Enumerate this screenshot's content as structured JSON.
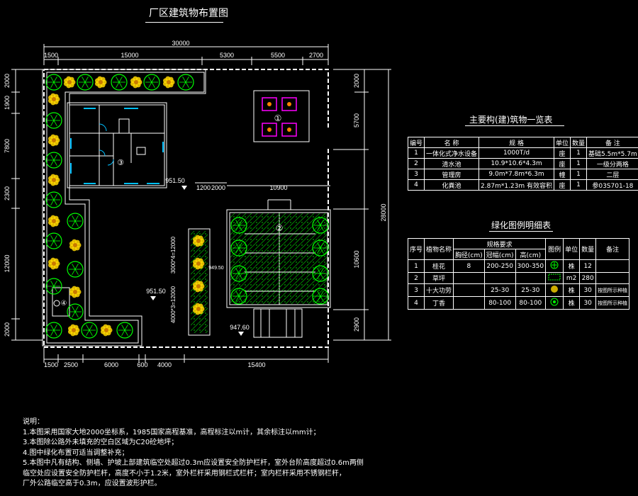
{
  "title": "厂区建筑物布置图",
  "dims": {
    "top_total": "30000",
    "top_segments": [
      "1500",
      "15000",
      "5300",
      "5500",
      "2700"
    ],
    "bottom_segments": [
      "1500",
      "2500",
      "6000",
      "600",
      "4000",
      "15400"
    ],
    "left_segments": [
      "2000",
      "1900",
      "7800",
      "2300",
      "12000",
      "2000"
    ],
    "right_segments": [
      "2000",
      "5700",
      "10600",
      "2900"
    ],
    "right_total": "28000",
    "mid_a": "1200",
    "mid_b": "2000",
    "mid_c": "10900",
    "vert_a": "3000*4=12000",
    "vert_b": "4000*3=12000"
  },
  "elevations": {
    "e1": "951.50",
    "e2": "951.50",
    "e3": "947.60",
    "e4": "949.50"
  },
  "markers": {
    "m1": "①",
    "m2": "②",
    "m3": "③",
    "m4": "④"
  },
  "structures_table": {
    "title": "主要构(建)筑物一览表",
    "headers": [
      "编号",
      "名  称",
      "规  格",
      "单位",
      "数量",
      "备  注"
    ],
    "rows": [
      [
        "1",
        "一体化式净水设备",
        "1000T/d",
        "座",
        "1",
        "基础5.5m*5.7m"
      ],
      [
        "2",
        "清水池",
        "10.9*10.6*4.3m",
        "座",
        "1",
        "一级分两格"
      ],
      [
        "3",
        "管理房",
        "9.0m*7.8m*6.3m",
        "幢",
        "1",
        "二层"
      ],
      [
        "4",
        "化粪池",
        "2.87m*1.23m 有效容积",
        "座",
        "1",
        "参03S701-18"
      ]
    ]
  },
  "green_table": {
    "title": "绿化图例明细表",
    "headers": [
      "序号",
      "植物名称",
      "规格要求",
      "图例",
      "单位",
      "数量",
      "备注"
    ],
    "subheaders": [
      "胸径(cm)",
      "冠幅(cm)",
      "高(cm)"
    ],
    "rows": [
      [
        "1",
        "桂花",
        "8",
        "200-250",
        "300-350",
        "株",
        "12",
        ""
      ],
      [
        "2",
        "草坪",
        "",
        "",
        "",
        "m2",
        "280",
        ""
      ],
      [
        "3",
        "十大功劳",
        "",
        "25-30",
        "25-30",
        "株",
        "30",
        "按图所示种植"
      ],
      [
        "4",
        "丁香",
        "",
        "80-100",
        "80-100",
        "株",
        "30",
        "按图所示种植"
      ]
    ]
  },
  "notes": [
    "说明：",
    "1.本图采用国家大地2000坐标系，1985国家高程基准，高程标注以m计，其余标注以mm计；",
    "3.本图除公路外未填充的空白区域为C20砼地坪；",
    "4.图中绿化布置可适当调整补充；",
    "5.本图中凡有结构、侧墙、护坡上部建筑临空处超过0.3m应设置安全防护栏杆，室外台阶高度超过0.6m两侧",
    "临空处应设置安全防护栏杆，高度不小于1.2米，室外栏杆采用钢栏式栏杆；室内栏杆采用不锈钢栏杆，",
    "厂外公路临空高于0.3m，应设置波形护栏。"
  ],
  "colors": {
    "dimension": "#ffffff",
    "wall": "#ffffff",
    "green": "#00ff00",
    "tree": "#ffd700",
    "door": "#00bfff",
    "equipment": "#ff00ff",
    "equipment_core": "#ff8000",
    "hatch": "#00ff00"
  }
}
